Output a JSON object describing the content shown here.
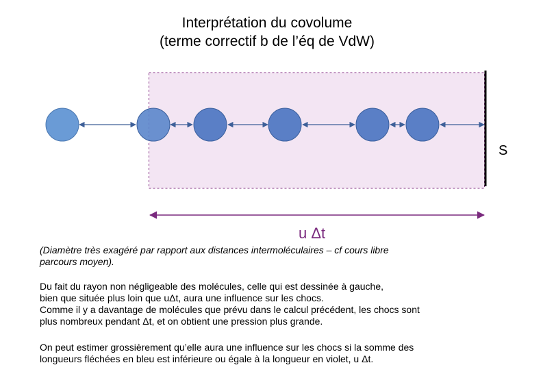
{
  "title": {
    "line1": "Interprétation du covolume",
    "line2": "(terme correctif b de l’éq de VdW)"
  },
  "diagram": {
    "surface_label": "S",
    "distance_label": "u Δt",
    "colors": {
      "molecule_fill": "#4f7bc4",
      "molecule_stroke": "#3a5f9c",
      "blue_arrow": "#3d5f98",
      "violet_arrow": "#7a2a7e",
      "region_fill": "#f3e5f3",
      "region_border": "#8a3a8a",
      "wall": "#000000"
    }
  },
  "caption": {
    "line1": "(Diamètre très exagéré par rapport aux distances intermoléculaires – cf cours libre",
    "line2": "parcours moyen)."
  },
  "paragraph1": {
    "line1": "Du fait du rayon non négligeable des molécules, celle qui est dessinée à gauche,",
    "line2": "bien que située plus loin que uΔt, aura une influence sur les chocs.",
    "line3": "Comme il y a davantage de molécules que prévu dans le calcul précédent, les chocs sont",
    "line4": "plus nombreux pendant Δt, et on obtient une pression plus grande."
  },
  "paragraph2": {
    "line1": "On peut estimer grossièrement qu’elle aura une influence sur les chocs si la somme des",
    "line2": "longueurs fléchées en bleu est inférieure ou égale à la longueur en violet, u Δt."
  }
}
